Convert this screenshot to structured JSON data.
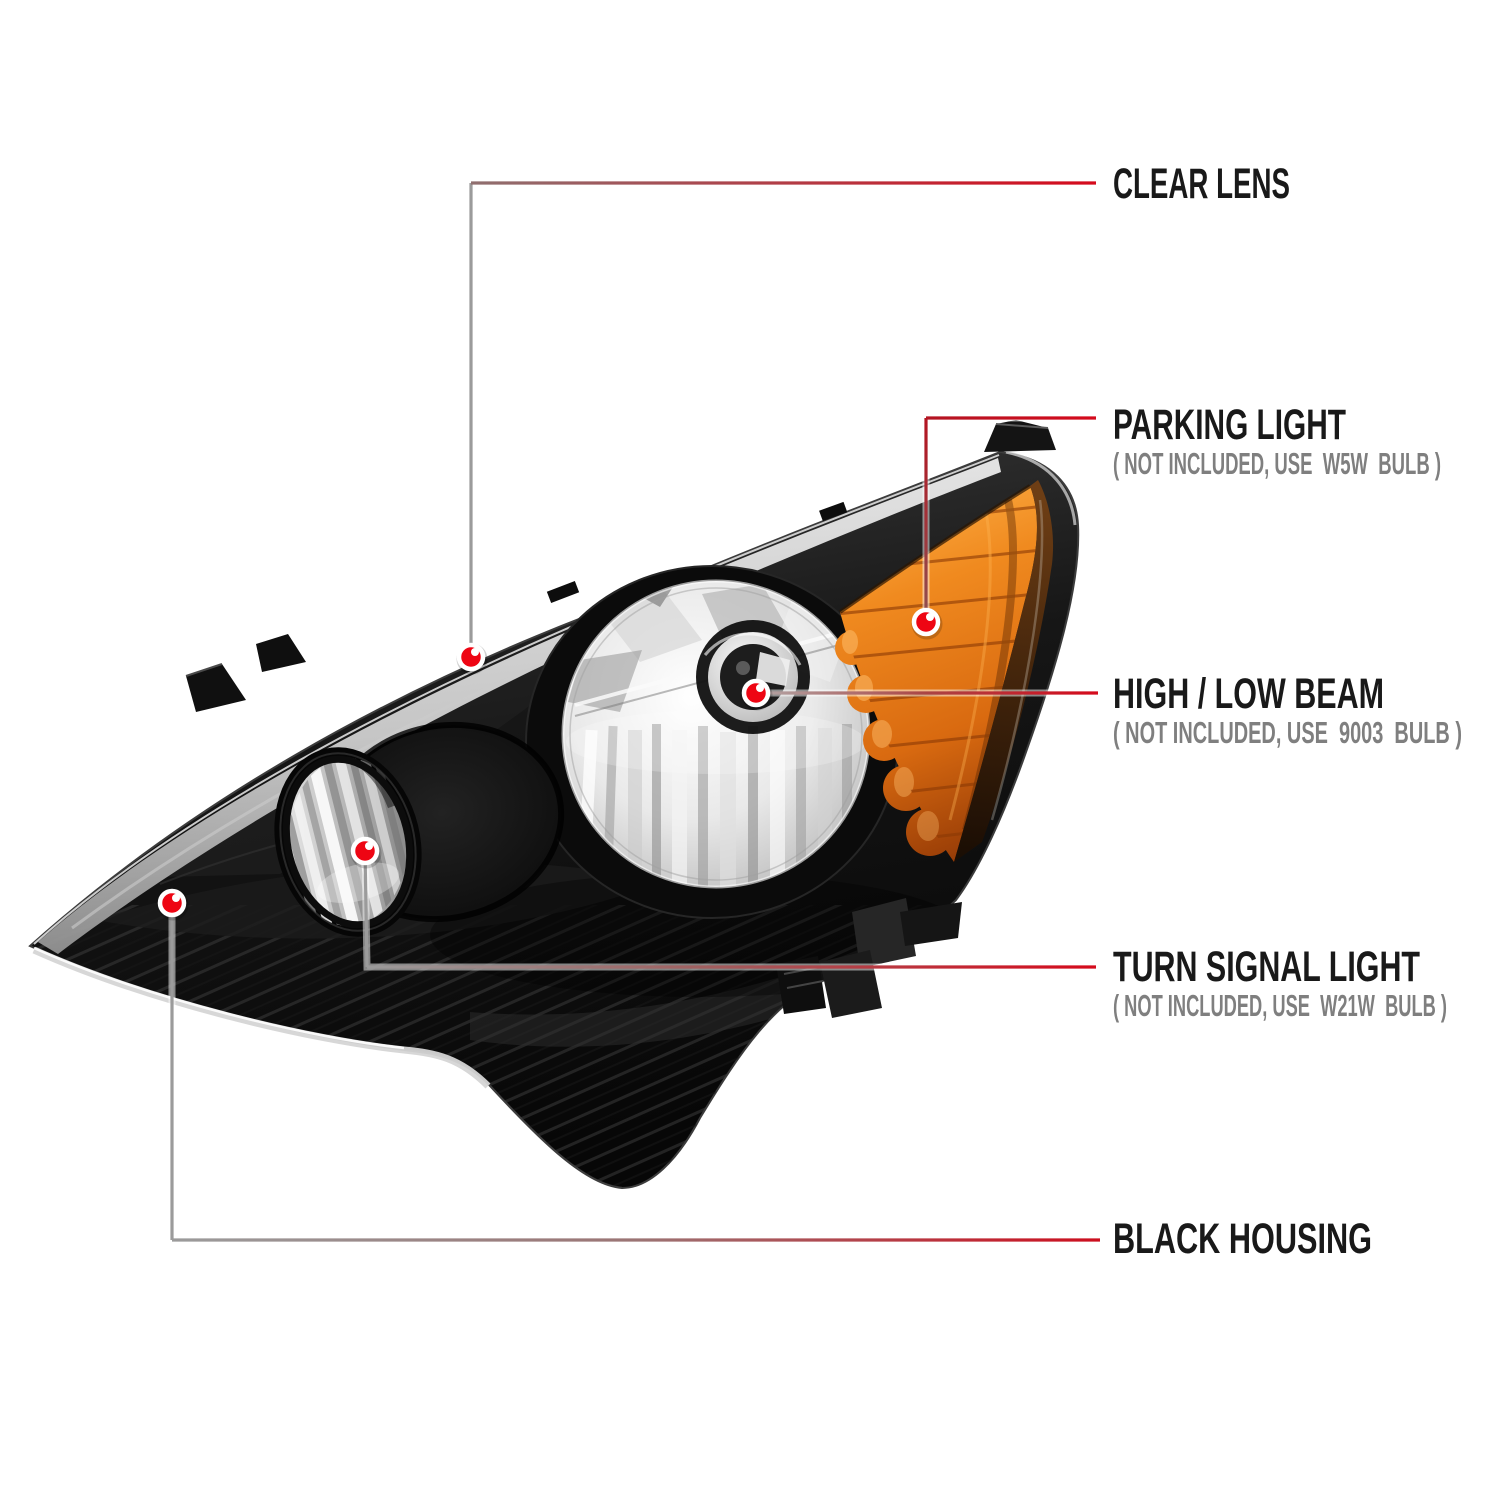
{
  "palette": {
    "background": "#ffffff",
    "accent_red": "#d50a1c",
    "dot_red": "#ee0513",
    "line_gray": "#9b9b9b",
    "title_color": "#191919",
    "subtitle_color": "#7f7f7f",
    "housing_black": "#0d0d0d",
    "amber": "#e8791c",
    "chrome_silver": "#d9d9d9"
  },
  "callouts": [
    {
      "id": "clear-lens",
      "title": "CLEAR LENS",
      "subtitle": ""
    },
    {
      "id": "parking-light",
      "title": "PARKING LIGHT",
      "subtitle": "( NOT INCLUDED, USE  W5W  BULB )"
    },
    {
      "id": "high-low-beam",
      "title": "HIGH / LOW BEAM",
      "subtitle": "( NOT INCLUDED, USE  9003  BULB )"
    },
    {
      "id": "turn-signal-light",
      "title": "TURN SIGNAL LIGHT",
      "subtitle": "( NOT INCLUDED, USE  W21W  BULB )"
    },
    {
      "id": "black-housing",
      "title": "BLACK HOUSING",
      "subtitle": ""
    }
  ]
}
